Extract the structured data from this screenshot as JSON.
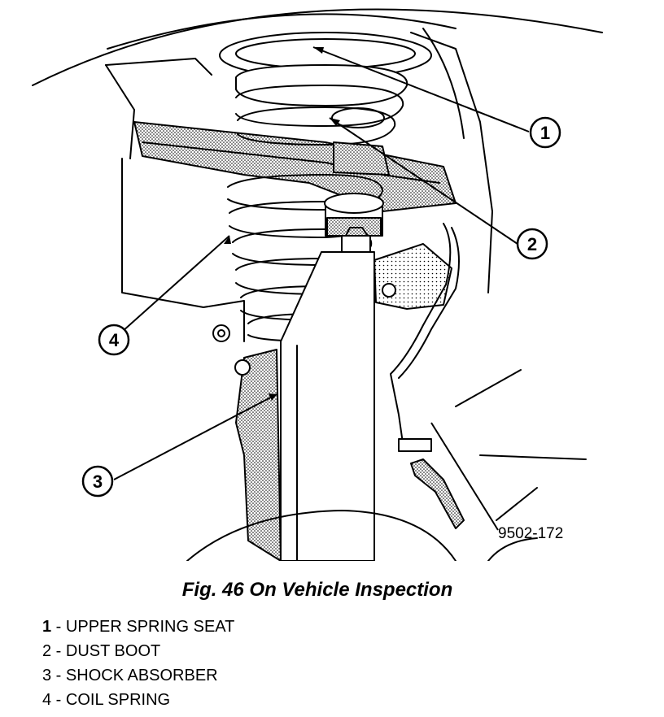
{
  "figure": {
    "code": "9502-172",
    "caption": "Fig. 46 On Vehicle Inspection",
    "callouts": [
      "1",
      "2",
      "3",
      "4"
    ],
    "legend": [
      {
        "num": "1",
        "sep": " - ",
        "text": "UPPER SPRING SEAT"
      },
      {
        "num": "2",
        "sep": " - ",
        "text": "DUST BOOT"
      },
      {
        "num": "3",
        "sep": " - ",
        "text": "SHOCK ABSORBER"
      },
      {
        "num": "4",
        "sep": " - ",
        "text": "COIL SPRING"
      }
    ]
  }
}
